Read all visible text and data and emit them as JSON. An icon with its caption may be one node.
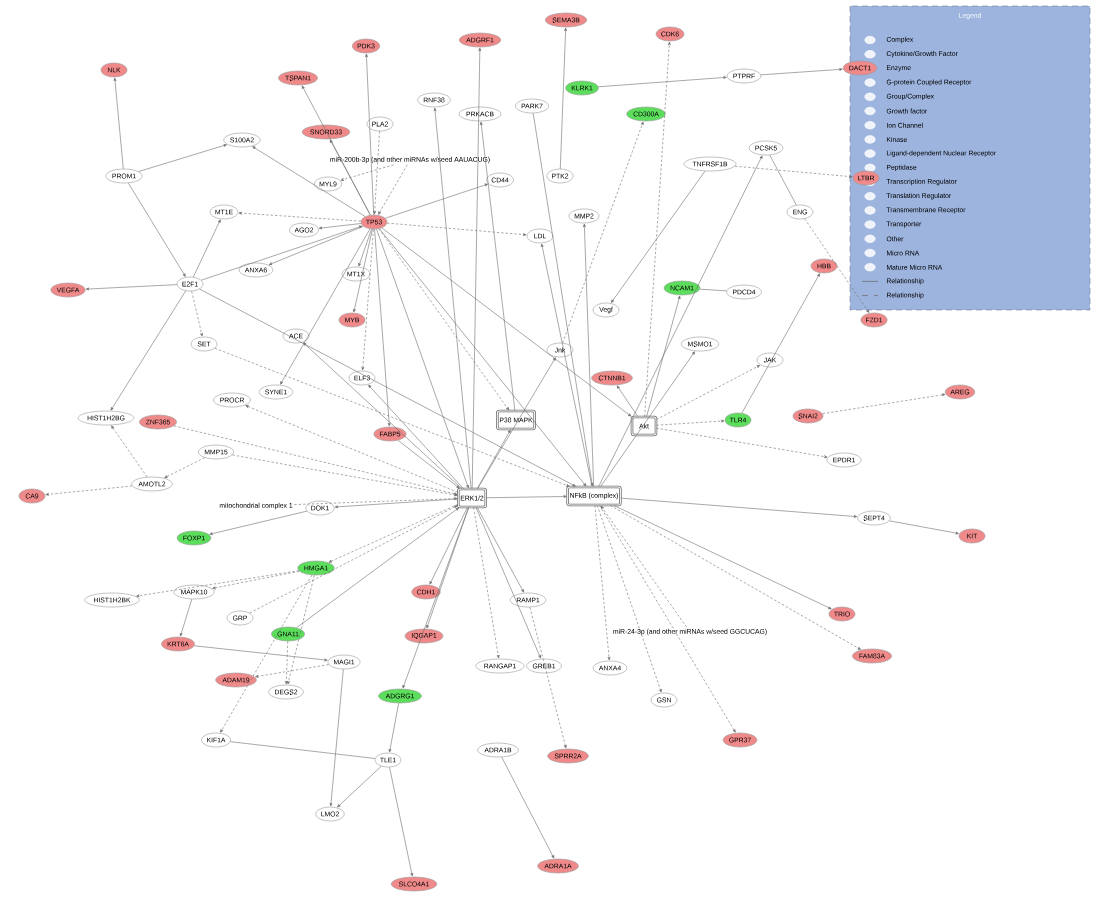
{
  "diagram": {
    "nodes": [
      {
        "text": [
          "NLK"
        ]
      },
      {
        "text": [
          "PDK3"
        ]
      },
      {
        "text": [
          "TSPAN1"
        ]
      },
      {
        "text": [
          "SNORD33"
        ]
      },
      {
        "text": [
          "PLA2"
        ]
      },
      {
        "text": [
          "S100A2"
        ]
      },
      {
        "text": [
          "PROM1"
        ]
      },
      {
        "text": [
          "miR-200b-3p (and other miRNAs w/seed AAUACUG)"
        ]
      },
      {
        "text": [
          "MYL9"
        ]
      },
      {
        "text": [
          "MT1E"
        ]
      },
      {
        "text": [
          "AGO2"
        ]
      },
      {
        "text": [
          "TP53"
        ]
      },
      {
        "text": [
          "E2F1"
        ]
      },
      {
        "text": [
          "VEGFA"
        ]
      },
      {
        "text": [
          "ANXA6"
        ]
      },
      {
        "text": [
          "MT1X"
        ]
      },
      {
        "text": [
          "MYB"
        ]
      },
      {
        "text": [
          "SET"
        ]
      },
      {
        "text": [
          "ACE"
        ]
      },
      {
        "text": [
          "ELF3"
        ]
      },
      {
        "text": [
          "PROCR"
        ]
      },
      {
        "text": [
          "SYNE1"
        ]
      },
      {
        "text": [
          "HIST1H2BG"
        ]
      },
      {
        "text": [
          "ZNF365"
        ]
      },
      {
        "text": [
          "FABP5"
        ]
      },
      {
        "text": [
          "CA9"
        ]
      },
      {
        "text": [
          "AMOTL2"
        ]
      },
      {
        "text": [
          "MMP15"
        ]
      },
      {
        "text": [
          "mitochondrial complex 1"
        ]
      },
      {
        "text": [
          "FOXP1"
        ]
      },
      {
        "text": [
          "DOK1"
        ]
      },
      {
        "text": [
          "HIST1H2BK"
        ]
      },
      {
        "text": [
          "HMGA1"
        ]
      },
      {
        "text": [
          "MAPK10"
        ]
      },
      {
        "text": [
          "GRP"
        ]
      },
      {
        "text": [
          "KRT6A"
        ]
      },
      {
        "text": [
          "GNA11"
        ]
      },
      {
        "text": [
          "ADAM19"
        ]
      },
      {
        "text": [
          "DEGS2"
        ]
      },
      {
        "text": [
          "MAGI1"
        ]
      },
      {
        "text": [
          "KIF1A"
        ]
      },
      {
        "text": [
          "TLE1"
        ]
      },
      {
        "text": [
          "LMO2"
        ]
      },
      {
        "text": [
          "SLCO4A1"
        ]
      },
      {
        "text": [
          "ADRA1B"
        ]
      },
      {
        "text": [
          "ADRA1A"
        ]
      },
      {
        "text": [
          "SPRR2A"
        ]
      },
      {
        "text": [
          "GPR37"
        ]
      },
      {
        "text": [
          "TRIO"
        ]
      },
      {
        "text": [
          "FAM83A"
        ]
      },
      {
        "text": [
          "KIT"
        ]
      },
      {
        "text": [
          "SEPT4"
        ]
      },
      {
        "text": [
          "EPDR1"
        ]
      },
      {
        "text": [
          "SNAI2"
        ]
      },
      {
        "text": [
          "AREG"
        ]
      },
      {
        "text": [
          "FZD1"
        ]
      },
      {
        "text": [
          "HBB"
        ]
      },
      {
        "text": [
          "LTBR"
        ]
      },
      {
        "text": [
          "DACT1"
        ]
      },
      {
        "text": [
          "SEMA3B"
        ]
      },
      {
        "text": [
          "CDK6"
        ]
      },
      {
        "text": [
          "ADGRF1"
        ]
      },
      {
        "text": [
          "KLRK1"
        ]
      },
      {
        "text": [
          "CD300A"
        ]
      },
      {
        "text": [
          "PTPRF"
        ]
      },
      {
        "text": [
          "RNF38"
        ]
      },
      {
        "text": [
          "PRKACB"
        ]
      },
      {
        "text": [
          "PARK7"
        ]
      },
      {
        "text": [
          "PCSK5"
        ]
      },
      {
        "text": [
          "TNFRSF1B"
        ]
      },
      {
        "text": [
          "PTK2"
        ]
      },
      {
        "text": [
          "CD44"
        ]
      },
      {
        "text": [
          "ERK1/2"
        ]
      },
      {
        "text": [
          "NFkB (complex)"
        ]
      },
      {
        "text": [
          "Akt"
        ]
      },
      {
        "text": [
          "P38 MAPK"
        ]
      },
      {
        "text": [
          "Jnk"
        ]
      },
      {
        "text": [
          "Vegf"
        ]
      },
      {
        "text": [
          "LDL"
        ]
      },
      {
        "text": [
          "CTNNB1"
        ]
      },
      {
        "text": [
          "TLR4"
        ]
      },
      {
        "text": [
          "NCAM1"
        ]
      },
      {
        "text": [
          "PDCD4"
        ]
      },
      {
        "text": [
          "MSMO1"
        ]
      },
      {
        "text": [
          "JAK"
        ]
      },
      {
        "text": [
          "ENG"
        ]
      },
      {
        "text": [
          "MMP2"
        ]
      },
      {
        "text": [
          "RANGAP1"
        ]
      },
      {
        "text": [
          "RAMP1"
        ]
      },
      {
        "text": [
          "GREB1"
        ]
      },
      {
        "text": [
          "ANXA4"
        ]
      },
      {
        "text": [
          "GSN"
        ]
      },
      {
        "text": [
          "CDH1"
        ]
      },
      {
        "text": [
          "IQGAP1"
        ]
      },
      {
        "text": [
          "ADGRG1"
        ]
      },
      {
        "text": [
          "miR-24-3p (and other miRNAs w/seed GGCUCAG)"
        ]
      }
    ],
    "edges": [
      {
        "from": 11,
        "to": 1,
        "arrow": "to"
      },
      {
        "from": 11,
        "to": 2,
        "arrow": "to"
      },
      {
        "from": 11,
        "to": 3,
        "arrow": "to"
      },
      {
        "from": 11,
        "to": 5,
        "arrow": "to"
      },
      {
        "from": 11,
        "to": 9,
        "arrow": "to",
        "style": "dashed"
      },
      {
        "from": 11,
        "to": 10,
        "arrow": "to"
      },
      {
        "from": 11,
        "to": 14,
        "arrow": "to"
      },
      {
        "from": 11,
        "to": 15,
        "arrow": "to"
      },
      {
        "from": 11,
        "to": 16,
        "arrow": "to"
      },
      {
        "from": 11,
        "to": 19,
        "arrow": "to",
        "style": "dashed"
      },
      {
        "from": 11,
        "to": 21,
        "arrow": "to"
      },
      {
        "from": 11,
        "to": 24,
        "arrow": "to"
      },
      {
        "from": 11,
        "to": 71,
        "arrow": "to"
      },
      {
        "from": 11,
        "to": 78,
        "arrow": "to",
        "style": "dashed"
      },
      {
        "from": 6,
        "to": 0,
        "arrow": "to"
      },
      {
        "from": 6,
        "to": 5,
        "arrow": "to"
      },
      {
        "from": 6,
        "to": 12,
        "arrow": "to"
      },
      {
        "from": 12,
        "to": 13,
        "arrow": "to"
      },
      {
        "from": 12,
        "to": 9,
        "arrow": "to"
      },
      {
        "from": 12,
        "to": 22,
        "arrow": "to"
      },
      {
        "from": 12,
        "to": 17,
        "arrow": "to",
        "style": "dashed"
      },
      {
        "from": 12,
        "to": 11,
        "arrow": "to"
      },
      {
        "from": 12,
        "to": 73,
        "arrow": "to"
      },
      {
        "from": 26,
        "to": 25,
        "arrow": "to",
        "style": "dashed"
      },
      {
        "from": 26,
        "to": 22,
        "arrow": "to",
        "style": "dashed"
      },
      {
        "from": 27,
        "to": 26,
        "arrow": "to",
        "style": "dashed"
      },
      {
        "from": 30,
        "to": 29,
        "arrow": "to"
      },
      {
        "from": 72,
        "to": 30,
        "arrow": "to"
      },
      {
        "from": 72,
        "to": 32,
        "arrow": "to",
        "style": "dashed"
      },
      {
        "from": 32,
        "to": 31,
        "arrow": "to",
        "style": "dashed"
      },
      {
        "from": 32,
        "to": 33,
        "arrow": "to",
        "style": "dashed"
      },
      {
        "from": 33,
        "to": 35,
        "arrow": "to"
      },
      {
        "from": 35,
        "to": 39,
        "arrow": "to"
      },
      {
        "from": 39,
        "to": 37,
        "arrow": "to",
        "style": "dashed"
      },
      {
        "from": 36,
        "to": 38,
        "arrow": "to",
        "style": "dashed"
      },
      {
        "from": 32,
        "to": 38,
        "arrow": "to",
        "style": "dashed"
      },
      {
        "from": 32,
        "to": 40,
        "arrow": "to",
        "style": "dashed"
      },
      {
        "from": 41,
        "to": 40,
        "arrow": "none"
      },
      {
        "from": 41,
        "to": 42,
        "arrow": "to"
      },
      {
        "from": 39,
        "to": 42,
        "arrow": "to"
      },
      {
        "from": 41,
        "to": 43,
        "arrow": "to"
      },
      {
        "from": 94,
        "to": 41,
        "arrow": "to"
      },
      {
        "from": 44,
        "to": 45,
        "arrow": "to"
      },
      {
        "from": 88,
        "to": 46,
        "arrow": "to",
        "style": "dashed"
      },
      {
        "from": 73,
        "to": 47,
        "arrow": "to",
        "style": "dashed"
      },
      {
        "from": 73,
        "to": 48,
        "arrow": "to"
      },
      {
        "from": 73,
        "to": 49,
        "arrow": "to",
        "style": "dashed"
      },
      {
        "from": 51,
        "to": 50,
        "arrow": "to"
      },
      {
        "from": 73,
        "to": 51,
        "arrow": "to"
      },
      {
        "from": 74,
        "to": 52,
        "arrow": "to",
        "style": "dashed"
      },
      {
        "from": 53,
        "to": 54,
        "arrow": "to",
        "style": "dashed"
      },
      {
        "from": 85,
        "to": 55,
        "arrow": "to",
        "style": "dashed"
      },
      {
        "from": 80,
        "to": 56,
        "arrow": "to"
      },
      {
        "from": 69,
        "to": 57,
        "arrow": "to",
        "style": "dashed"
      },
      {
        "from": 64,
        "to": 58,
        "arrow": "to"
      },
      {
        "from": 70,
        "to": 59,
        "arrow": "to"
      },
      {
        "from": 74,
        "to": 60,
        "arrow": "to",
        "style": "dashed"
      },
      {
        "from": 72,
        "to": 61,
        "arrow": "to"
      },
      {
        "from": 62,
        "to": 64,
        "arrow": "to"
      },
      {
        "from": 76,
        "to": 63,
        "arrow": "to",
        "style": "dashed"
      },
      {
        "from": 72,
        "to": 65,
        "arrow": "to"
      },
      {
        "from": 75,
        "to": 66,
        "arrow": "to"
      },
      {
        "from": 73,
        "to": 68,
        "arrow": "to"
      },
      {
        "from": 69,
        "to": 77,
        "arrow": "to"
      },
      {
        "from": 72,
        "to": 75,
        "arrow": "to"
      },
      {
        "from": 72,
        "to": 76,
        "arrow": "to"
      },
      {
        "from": 72,
        "to": 73,
        "arrow": "to"
      },
      {
        "from": 74,
        "to": 79,
        "arrow": "to"
      },
      {
        "from": 74,
        "to": 80,
        "arrow": "to",
        "style": "dashed"
      },
      {
        "from": 74,
        "to": 81,
        "arrow": "to"
      },
      {
        "from": 73,
        "to": 83,
        "arrow": "to"
      },
      {
        "from": 74,
        "to": 84,
        "arrow": "to",
        "style": "dashed"
      },
      {
        "from": 72,
        "to": 87,
        "arrow": "to",
        "style": "dashed"
      },
      {
        "from": 72,
        "to": 88,
        "arrow": "to"
      },
      {
        "from": 72,
        "to": 89,
        "arrow": "to"
      },
      {
        "from": 73,
        "to": 90,
        "arrow": "to",
        "style": "dashed"
      },
      {
        "from": 73,
        "to": 91,
        "arrow": "to",
        "style": "dashed"
      },
      {
        "from": 72,
        "to": 92,
        "arrow": "to"
      },
      {
        "from": 72,
        "to": 93,
        "arrow": "to"
      },
      {
        "from": 72,
        "to": 94,
        "arrow": "to"
      },
      {
        "from": 95,
        "to": 73,
        "arrow": "to",
        "style": "dashed"
      },
      {
        "from": 72,
        "to": 18,
        "arrow": "to"
      },
      {
        "from": 72,
        "to": 20,
        "arrow": "to",
        "style": "dashed"
      },
      {
        "from": 72,
        "to": 19,
        "arrow": "to"
      },
      {
        "from": 73,
        "to": 86,
        "arrow": "to"
      },
      {
        "from": 73,
        "to": 78,
        "arrow": "to"
      },
      {
        "from": 11,
        "to": 72,
        "arrow": "to"
      },
      {
        "from": 11,
        "to": 73,
        "arrow": "to"
      },
      {
        "from": 11,
        "to": 74,
        "arrow": "to"
      },
      {
        "from": 11,
        "to": 75,
        "arrow": "to",
        "style": "dashed"
      },
      {
        "from": 7,
        "to": 11,
        "arrow": "to",
        "style": "dashed"
      },
      {
        "from": 7,
        "to": 8,
        "arrow": "to",
        "style": "dashed"
      },
      {
        "from": 4,
        "to": 11,
        "arrow": "to",
        "style": "dashed"
      },
      {
        "from": 28,
        "to": 72,
        "arrow": "to",
        "style": "dashed"
      },
      {
        "from": 27,
        "to": 72,
        "arrow": "to",
        "style": "dashed"
      },
      {
        "from": 23,
        "to": 72,
        "arrow": "to",
        "style": "dashed"
      },
      {
        "from": 34,
        "to": 72,
        "arrow": "to",
        "style": "dashed"
      },
      {
        "from": 17,
        "to": 73,
        "arrow": "to",
        "style": "dashed"
      },
      {
        "from": 24,
        "to": 72,
        "arrow": "to"
      },
      {
        "from": 36,
        "to": 72,
        "arrow": "to"
      },
      {
        "from": 81,
        "to": 82,
        "arrow": "none"
      },
      {
        "from": 67,
        "to": 73,
        "arrow": "to"
      },
      {
        "from": 68,
        "to": 85,
        "arrow": "none"
      }
    ],
    "labels": [
      "Legend"
    ],
    "legend": [
      {
        "text": "Complex"
      },
      {
        "text": "Cytokine/Growth Factor"
      },
      {
        "text": "Enzyme"
      },
      {
        "text": "G-protein Coupled Receptor"
      },
      {
        "text": "Group/Complex"
      },
      {
        "text": "Growth factor"
      },
      {
        "text": "Ion Channel"
      },
      {
        "text": "Kinase"
      },
      {
        "text": "Ligand-dependent Nuclear Receptor"
      },
      {
        "text": "Peptidase"
      },
      {
        "text": "Transcription Regulator"
      },
      {
        "text": "Translation Regulator"
      },
      {
        "text": "Transmembrane Receptor"
      },
      {
        "text": "Transporter"
      },
      {
        "text": "Other"
      },
      {
        "text": "Micro RNA"
      },
      {
        "text": "Mature Micro RNA"
      },
      {
        "text": "Relationship"
      },
      {
        "text": "Relationship"
      }
    ]
  }
}
